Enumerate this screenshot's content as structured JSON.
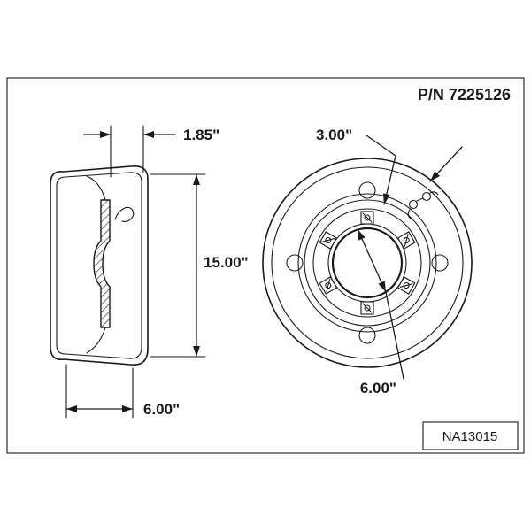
{
  "part_number_label": "P/N 7225126",
  "figure_code": "NA13015",
  "dimensions": {
    "rim_offset": "1.85\"",
    "wheel_diameter": "15.00\"",
    "rim_width": "6.00\"",
    "bolt_circle": "3.00\"",
    "hub_bore": "6.00\""
  },
  "colors": {
    "line": "#1a1a1a",
    "background": "#ffffff"
  }
}
